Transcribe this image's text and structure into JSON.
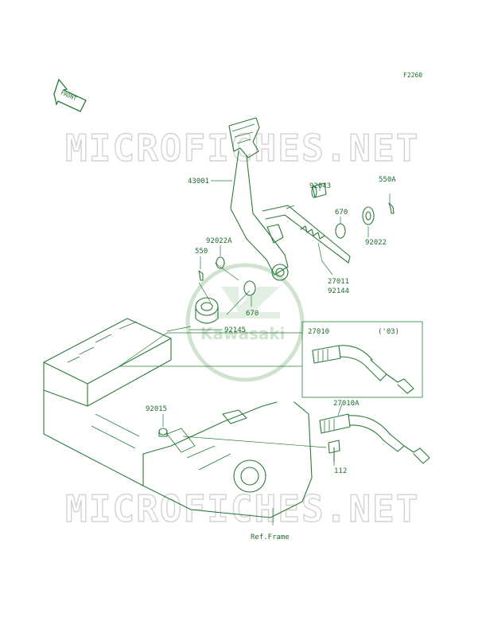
{
  "diagram_code": "F2260",
  "front_label": "FRONT",
  "watermark": "MICROFICHES.NET",
  "logo_text": "Kawasaki",
  "inset_label": "('03)",
  "parts": {
    "p43001": "43001",
    "p92043": "92043",
    "p550A": "550A",
    "p670_top": "670",
    "p92022": "92022",
    "p92022A": "92022A",
    "p550": "550",
    "p27011": "27011",
    "p92144": "92144",
    "p670_mid": "670",
    "p92145": "92145",
    "p27010": "27010",
    "p92015": "92015",
    "p27010A": "27010A",
    "p112": "112"
  },
  "ref_frame": "Ref.Frame"
}
